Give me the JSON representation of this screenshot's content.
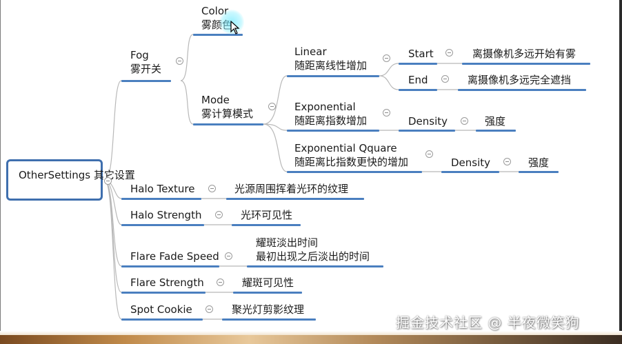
{
  "colors": {
    "underline": "#4a7fbf",
    "connector": "#b8b8b8",
    "root_border": "#3f6fae"
  },
  "root": {
    "en": "OtherSettings",
    "zh": "其它设置"
  },
  "fog": {
    "en": "Fog",
    "zh": "雾开关"
  },
  "color": {
    "en": "Color",
    "zh": "雾颜色"
  },
  "mode": {
    "en": "Mode",
    "zh": "雾计算模式"
  },
  "linear": {
    "en": "Linear",
    "zh": "随距离线性增加"
  },
  "start": {
    "en": "Start",
    "desc": "离摄像机多远开始有雾"
  },
  "end": {
    "en": "End",
    "desc": "离摄像机多远完全遮挡"
  },
  "exponential": {
    "en": "Exponential",
    "zh": "随距离指数增加",
    "param": "Density",
    "desc": "强度"
  },
  "exp_squared": {
    "en": "Exponential Qquare",
    "zh": "随距离比指数更快的增加",
    "param": "Density",
    "desc": "强度"
  },
  "halo_texture": {
    "en": "Halo Texture",
    "desc": "光源周围挥着光环的纹理"
  },
  "halo_strength": {
    "en": "Halo Strength",
    "desc": "光环可见性"
  },
  "flare_fade_speed": {
    "en": "Flare Fade Speed",
    "desc1": "耀斑淡出时间",
    "desc2": "最初出现之后淡出的时间"
  },
  "flare_strength": {
    "en": "Flare Strength",
    "desc": "耀斑可见性"
  },
  "spot_cookie": {
    "en": "Spot Cookie",
    "desc": "聚光灯剪影纹理"
  },
  "watermark": "掘金技术社区 @ 半夜微笑狗"
}
